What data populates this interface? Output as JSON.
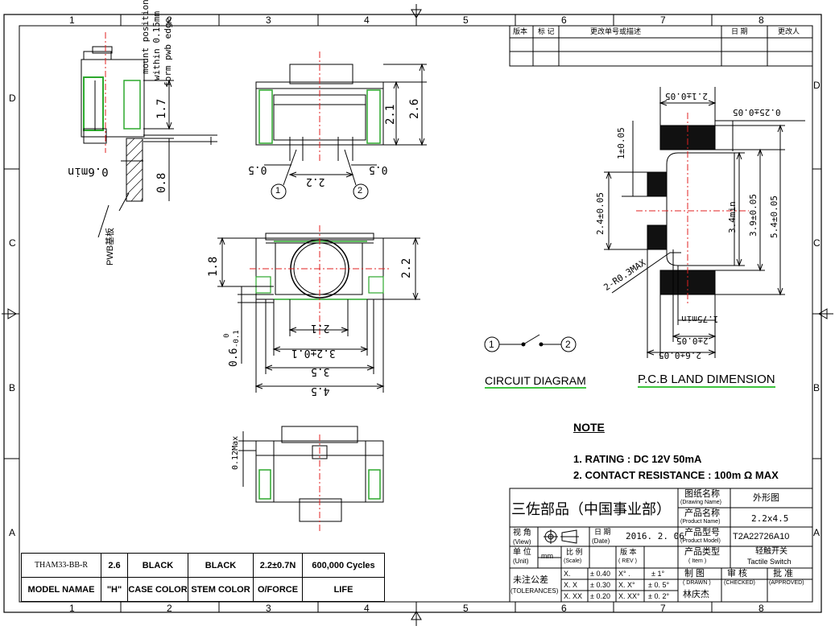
{
  "border": {
    "cols_top": [
      "1",
      "2",
      "3",
      "4",
      "5",
      "6",
      "7",
      "8"
    ],
    "cols_bottom": [
      "1",
      "2",
      "3",
      "4",
      "5",
      "6",
      "7",
      "8"
    ],
    "rows": [
      "D",
      "C",
      "B",
      "A"
    ]
  },
  "revision_table": {
    "headers": [
      "版本",
      "标 记",
      "更改单号或描述",
      "日 期",
      "更改人"
    ]
  },
  "views": {
    "side": {
      "mount_note": [
        "mount position",
        "within 0.15mm",
        "form pwb edge"
      ],
      "dims": {
        "h17": "1.7",
        "h08": "0.8",
        "w06": "0.6min",
        "pwb": "PWB基板"
      }
    },
    "front": {
      "dims": {
        "h21": "2.1",
        "h26": "2.6",
        "l05": "0.5",
        "c22": "2.2",
        "r05": "0.5"
      },
      "terminals": [
        "1",
        "2"
      ]
    },
    "top": {
      "dims": {
        "h18": "1.8",
        "h22": "2.2",
        "w21": "2.1",
        "w32": "3.2±0.1",
        "w35": "3.5",
        "w45": "4.5",
        "tol06": "0.6",
        "tol06b": "0",
        "tol06c": "-0.1"
      }
    },
    "bottom": {
      "dims": {
        "h012": "0.12Max"
      }
    },
    "pcb": {
      "dims": {
        "d21": "2.1±0.05",
        "d025": "0.25±0.05",
        "d1": "1±0.05",
        "d24": "2.4±0.05",
        "d34": "3.4min",
        "d39": "3.9±0.05",
        "d54": "5.4±0.05",
        "r03": "2-R0.3MAX",
        "d175": "1.75min",
        "d20": "2±0.05",
        "d26": "2.6±0.05"
      }
    }
  },
  "circuit": {
    "terminals": [
      "1",
      "2"
    ],
    "title": "CIRCUIT DIAGRAM"
  },
  "pcb_title": "P.C.B LAND DIMENSION",
  "note": {
    "title": "NOTE",
    "lines": [
      "1. RATING : DC 12V  50mA",
      "2. CONTACT RESISTANCE : 100m Ω MAX"
    ]
  },
  "title_block": {
    "company": "三佐部品（中国事业部）",
    "drawing_name_label": "图纸名称",
    "drawing_name_label_en": "(Drawing Name)",
    "drawing_name": "外形图",
    "product_name_label": "产品名称",
    "product_name_label_en": "(Product Name)",
    "product_name": "2.2x4.5",
    "product_model_label": "产品型号",
    "product_model_label_en": "(Product Model)",
    "product_model": "T2A22726A10",
    "item_label": "产品类型",
    "item_label_en": "( Item )",
    "item_cn": "轻触开关",
    "item_en": "Tactile Switch",
    "view_label": "视  角",
    "view_label_en": "(View)",
    "date_label": "日  期",
    "date_label_en": "(Date)",
    "date": "2016. 2. 06",
    "unit_label": "单  位",
    "unit_label_en": "(Unit)",
    "unit": "mm",
    "scale_label": "比  例",
    "scale_label_en": "(Scale)",
    "rev_label": "版  本",
    "rev_label_en": "( REV )",
    "tol_label": "未注公差",
    "tol_label_en": "(TOLERANCES)",
    "tol_rows": [
      [
        "X.",
        "± 0.40",
        "X° .",
        "± 1°"
      ],
      [
        "X. X",
        "± 0.30",
        "X. X°",
        "± 0. 5°"
      ],
      [
        "X. XX",
        "± 0.20",
        "X. XX°",
        "± 0. 2°"
      ]
    ],
    "drawn_label": "制  图",
    "drawn_label_en": "( DRAWN )",
    "checked_label": "审  核",
    "checked_label_en": "(CHECKED)",
    "approved_label": "批  准",
    "approved_label_en": "(APPROVED)",
    "drawn_by": "林庆杰"
  },
  "model_table": {
    "values": [
      "THAM33-BB-R",
      "2.6",
      "BLACK",
      "BLACK",
      "2.2±0.7N",
      "600,000 Cycles"
    ],
    "headers": [
      "MODEL NAMAE",
      "\"H\"",
      "CASE COLOR",
      "STEM COLOR",
      "O/FORCE",
      "LIFE"
    ]
  }
}
